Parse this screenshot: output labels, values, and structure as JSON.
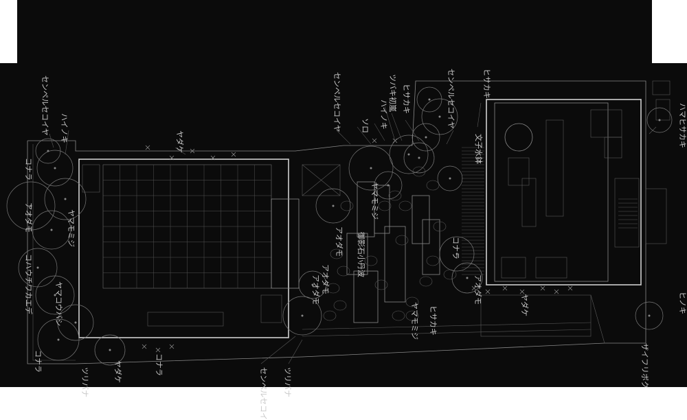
{
  "plan": {
    "labels": [
      "センペルセコイヤ",
      "ハイノキ",
      "ヤダケ",
      "コナラ",
      "アオダモ",
      "ヤマモミジ",
      "コハウチワカエデ",
      "ヤマコウバシ",
      "コナラ",
      "ツリバナ",
      "ヤダケ",
      "コナラ",
      "センペルセコイヤ",
      "ツバキ初嵐",
      "ヒサカキ",
      "ハイノキ",
      "ソロ",
      "センペルセコイヤ",
      "ヒサカキ",
      "文子水鉢",
      "ハマヒサカキ",
      "ヤマモミジ",
      "アオダモ",
      "アオダモ",
      "御影石小丹波",
      "コナラ",
      "アオダモ",
      "ヤマモミジ",
      "ヒサカキ",
      "アオダモ",
      "ヤダケ",
      "ヒノキ",
      "ザイフリボク",
      "センペルセコイヤ",
      "ツリバナ"
    ]
  }
}
